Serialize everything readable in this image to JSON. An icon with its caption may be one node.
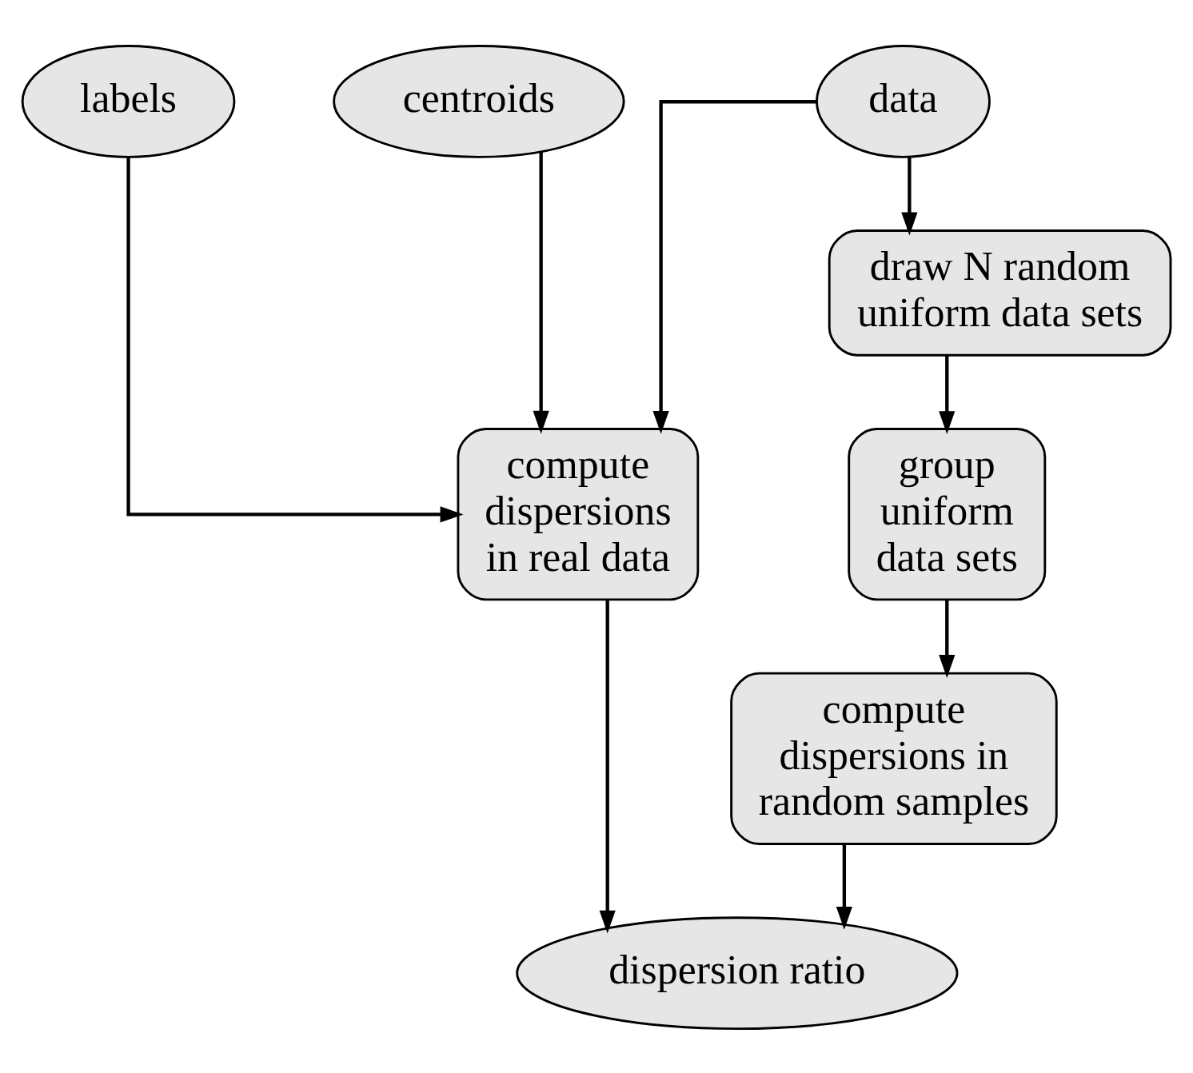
{
  "diagram": {
    "nodes": [
      {
        "text": [
          "labels"
        ]
      },
      {
        "text": [
          "centroids"
        ]
      },
      {
        "text": [
          "data"
        ]
      },
      {
        "text": [
          "draw N random uniform data sets"
        ]
      },
      {
        "text": [
          "compute dispersions in real data"
        ]
      },
      {
        "text": [
          "group uniform data sets"
        ]
      },
      {
        "text": [
          "compute dispersions in random samples"
        ]
      },
      {
        "text": [
          "dispersion ratio"
        ]
      }
    ],
    "edges": [
      {
        "from": 0,
        "to": 4,
        "arrow": "to"
      },
      {
        "from": 1,
        "to": 4,
        "arrow": "to"
      },
      {
        "from": 2,
        "to": 4,
        "arrow": "to"
      },
      {
        "from": 2,
        "to": 3,
        "arrow": "to"
      },
      {
        "from": 3,
        "to": 5,
        "arrow": "to"
      },
      {
        "from": 5,
        "to": 6,
        "arrow": "to"
      },
      {
        "from": 4,
        "to": 7,
        "arrow": "to"
      },
      {
        "from": 6,
        "to": 7,
        "arrow": "to"
      }
    ]
  }
}
